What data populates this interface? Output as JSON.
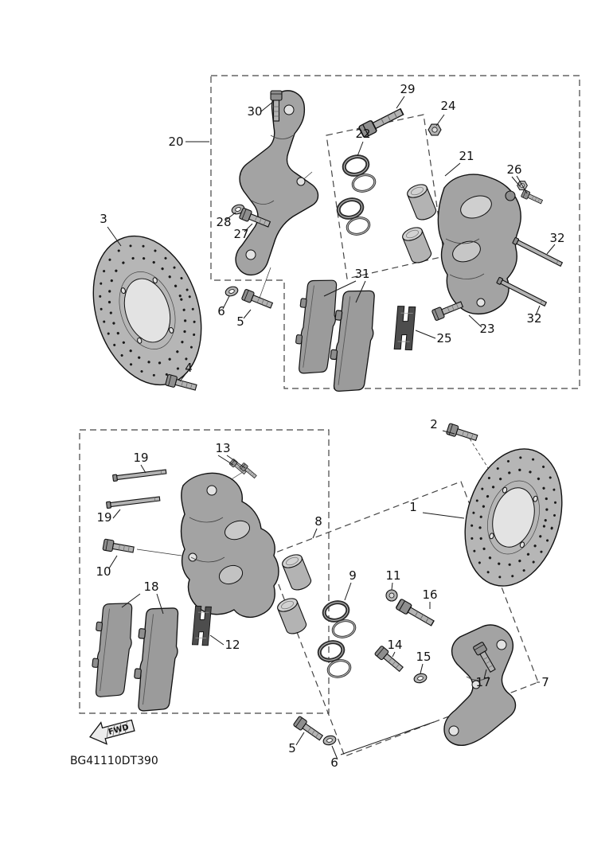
{
  "diagram": {
    "part_code": "BG41110DT390",
    "fwd_label": "FWD",
    "callouts": [
      "20",
      "30",
      "29",
      "24",
      "22",
      "21",
      "26",
      "3",
      "28",
      "27",
      "32",
      "6",
      "5",
      "31",
      "32",
      "23",
      "25",
      "4",
      "2",
      "13",
      "19",
      "1",
      "19",
      "8",
      "10",
      "9",
      "11",
      "16",
      "18",
      "12",
      "14",
      "15",
      "17",
      "7",
      "5",
      "6"
    ]
  }
}
